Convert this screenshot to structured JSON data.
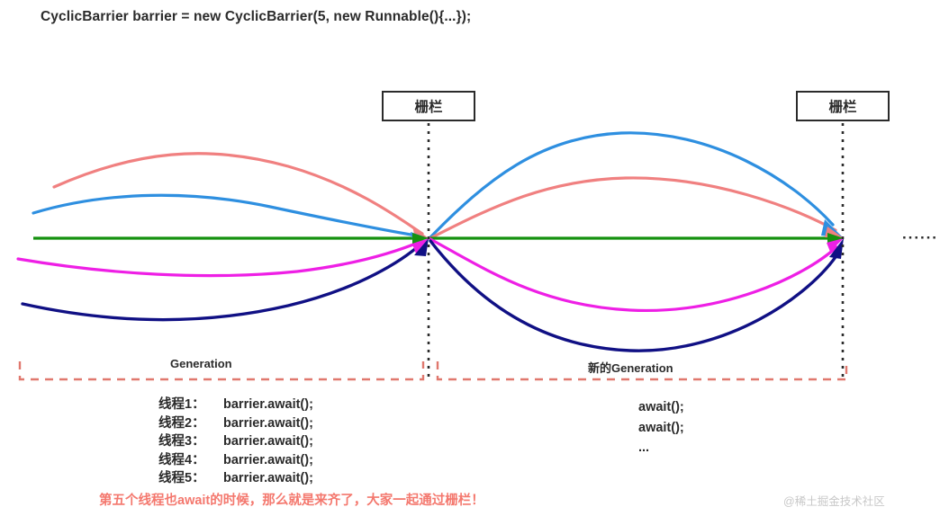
{
  "title": "CyclicBarrier barrier = new CyclicBarrier(5, new Runnable(){...});",
  "barriers": [
    {
      "label": "栅栏"
    },
    {
      "label": "栅栏"
    }
  ],
  "generations": [
    {
      "label": "Generation"
    },
    {
      "label": "新的Generation"
    }
  ],
  "threads": [
    {
      "name": "线程1：",
      "call": "barrier.await();"
    },
    {
      "name": "线程2：",
      "call": "barrier.await();"
    },
    {
      "name": "线程3：",
      "call": "barrier.await();"
    },
    {
      "name": "线程4：",
      "call": "barrier.await();"
    },
    {
      "name": "线程5：",
      "call": "barrier.await();"
    }
  ],
  "second_generation_calls": [
    {
      "text": "await();"
    },
    {
      "text": "await();"
    },
    {
      "text": "..."
    }
  ],
  "note": "第五个线程也await的时候，那么就是来齐了，大家一起通过栅栏！",
  "watermark": "@稀土掘金技术社区",
  "continuation_ellipsis": "······",
  "colors": {
    "pink": "#f08080",
    "blue": "#2e8fe0",
    "green": "#15910f",
    "magenta": "#ee1fe5",
    "navy": "#101084",
    "note_red": "#f4786e",
    "bracket_red": "#e0786e",
    "text_dark": "#2b2b2b",
    "watermark_gray": "#c8c8c8"
  }
}
